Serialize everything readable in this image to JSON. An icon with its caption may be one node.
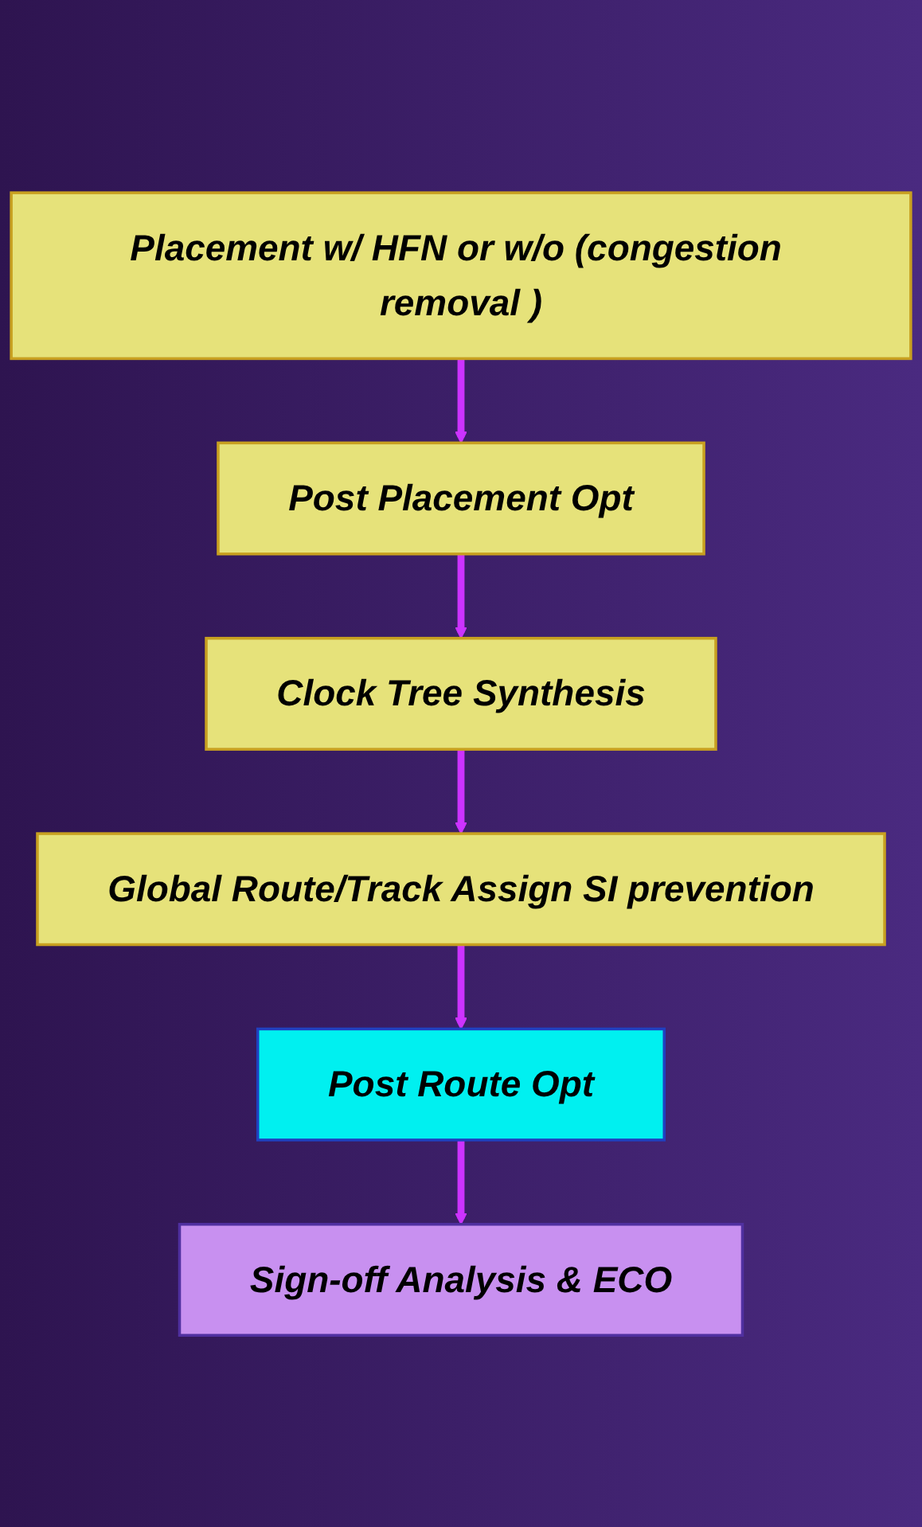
{
  "diagram": {
    "nodes": [
      {
        "text": [
          "Placement w/ HFN or w/o (congestion removal )"
        ]
      },
      {
        "text": [
          "Post Placement Opt"
        ]
      },
      {
        "text": [
          "Clock Tree Synthesis"
        ]
      },
      {
        "text": [
          "Global Route/Track Assign SI prevention"
        ]
      },
      {
        "text": [
          "Post Route Opt"
        ]
      },
      {
        "text": [
          "Sign-off Analysis & ECO"
        ]
      }
    ],
    "edges": [
      {
        "from": 0,
        "to": 1,
        "arrow": "to"
      },
      {
        "from": 1,
        "to": 2,
        "arrow": "to"
      },
      {
        "from": 2,
        "to": 3,
        "arrow": "to"
      },
      {
        "from": 3,
        "to": 4,
        "arrow": "to"
      },
      {
        "from": 4,
        "to": 5,
        "arrow": "to"
      }
    ]
  }
}
